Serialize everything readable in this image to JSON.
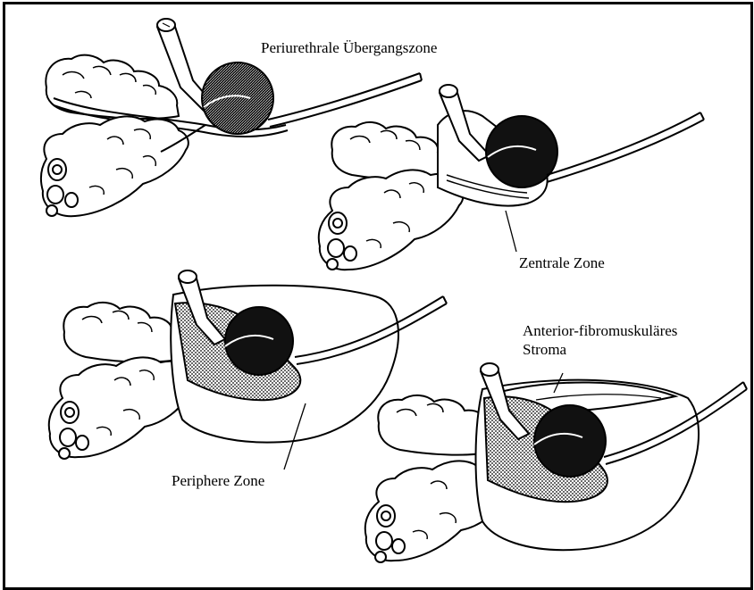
{
  "labels": {
    "periurethral": "Periurethrale Übergangszone",
    "central": "Zentrale Zone",
    "peripheral": "Periphere Zone",
    "afms_line1": "Anterior-fibromuskuläres",
    "afms_line2": "Stroma"
  },
  "colors": {
    "ink": "#000000",
    "paper": "#ffffff"
  }
}
